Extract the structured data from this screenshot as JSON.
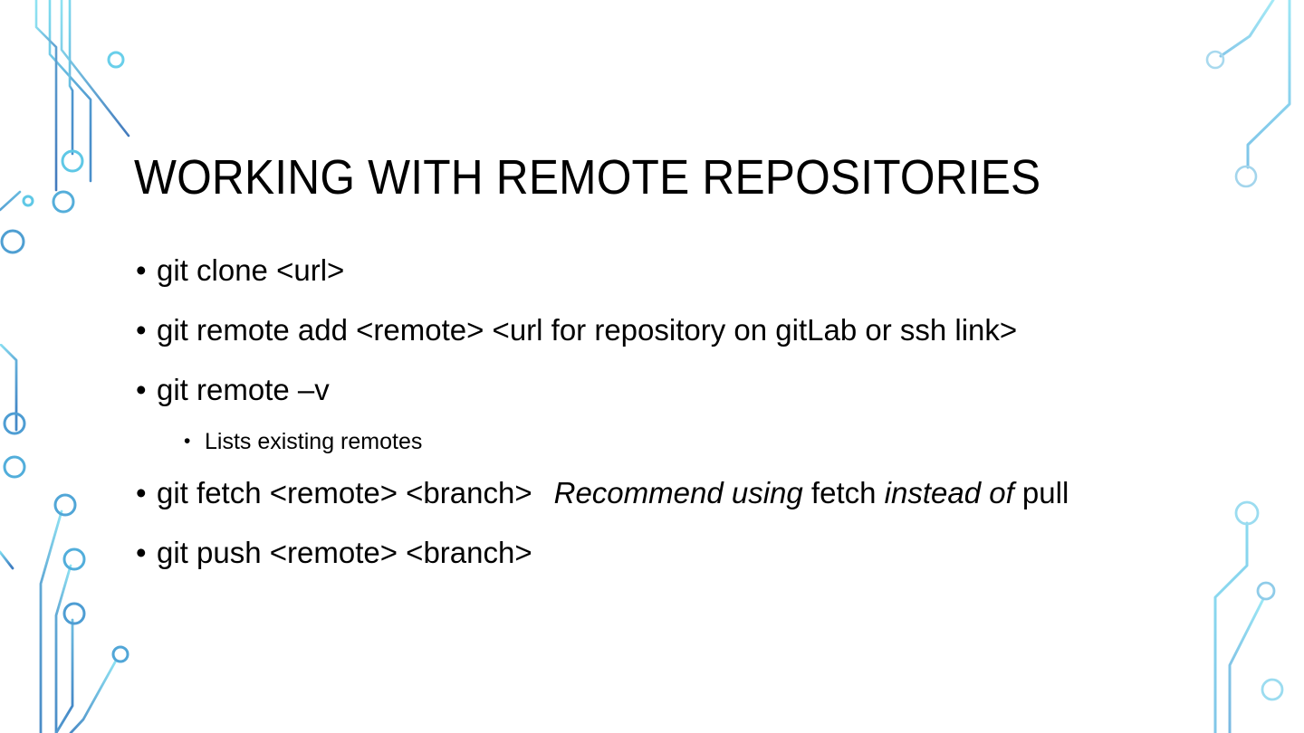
{
  "slide": {
    "title": "WORKING WITH REMOTE REPOSITORIES",
    "background_color": "#FFFFFF",
    "text_color": "#000000",
    "accent_colors": {
      "trace_light": "#6FD3EC",
      "trace_mid": "#4FB8DE",
      "trace_dark": "#3E7DC0",
      "node_stroke": "#55C3E3"
    },
    "bullets": [
      {
        "level": 1,
        "marker": "•",
        "text": "git clone <url>"
      },
      {
        "level": 1,
        "marker": "•",
        "text": "git remote add <remote> <url for repository on gitLab or ssh link>"
      },
      {
        "level": 1,
        "marker": "•",
        "text": "git remote –v"
      },
      {
        "level": 2,
        "marker": "•",
        "text": "Lists existing remotes"
      },
      {
        "level": 1,
        "marker": "•",
        "text": "git fetch <remote> <branch>   Recommend using fetch instead of pull",
        "runs": [
          {
            "text": "git fetch <remote> <branch>",
            "italic": false
          },
          {
            "text": "Recommend using ",
            "italic": true
          },
          {
            "text": "fetch ",
            "italic": false
          },
          {
            "text": "instead of ",
            "italic": true
          },
          {
            "text": "pull",
            "italic": false
          }
        ]
      },
      {
        "level": 1,
        "marker": "•",
        "text": "git push <remote> <branch>"
      }
    ]
  }
}
